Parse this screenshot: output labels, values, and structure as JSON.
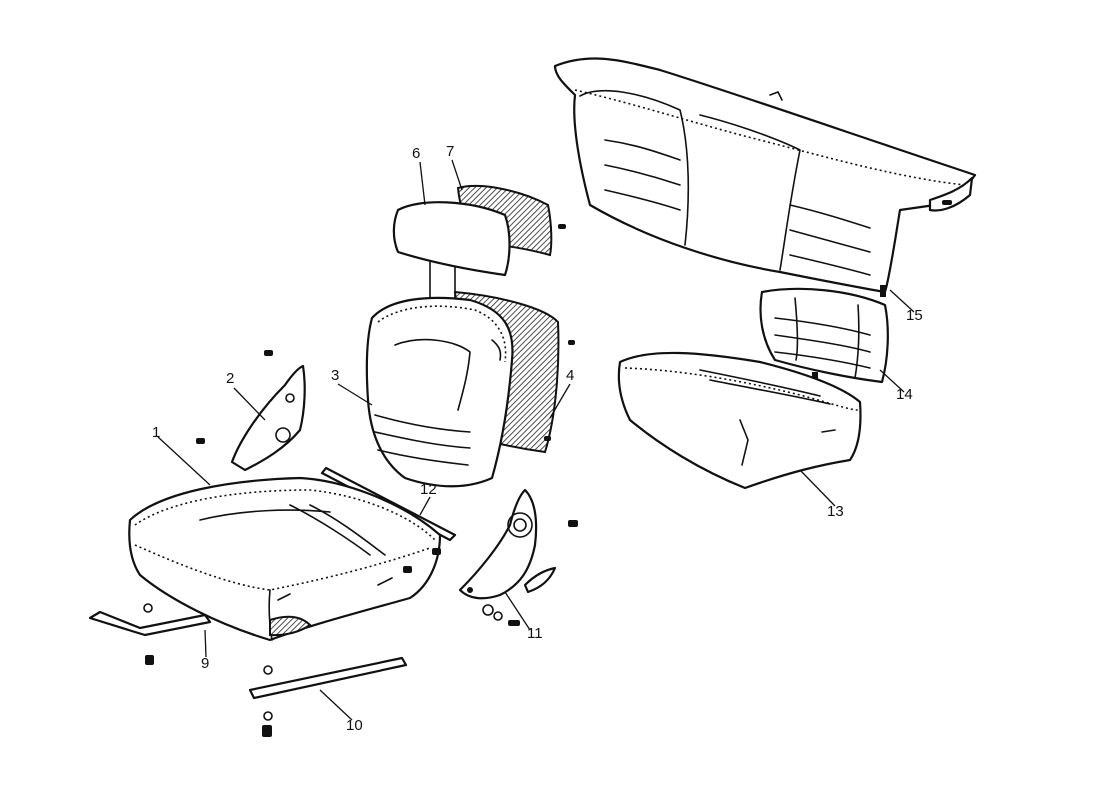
{
  "callouts": [
    {
      "id": "1",
      "label": "1"
    },
    {
      "id": "2",
      "label": "2"
    },
    {
      "id": "3",
      "label": "3"
    },
    {
      "id": "4",
      "label": "4"
    },
    {
      "id": "6",
      "label": "6"
    },
    {
      "id": "7",
      "label": "7"
    },
    {
      "id": "9",
      "label": "9"
    },
    {
      "id": "10",
      "label": "10"
    },
    {
      "id": "11",
      "label": "11"
    },
    {
      "id": "12",
      "label": "12"
    },
    {
      "id": "13",
      "label": "13"
    },
    {
      "id": "14",
      "label": "14"
    },
    {
      "id": "15",
      "label": "15"
    }
  ]
}
